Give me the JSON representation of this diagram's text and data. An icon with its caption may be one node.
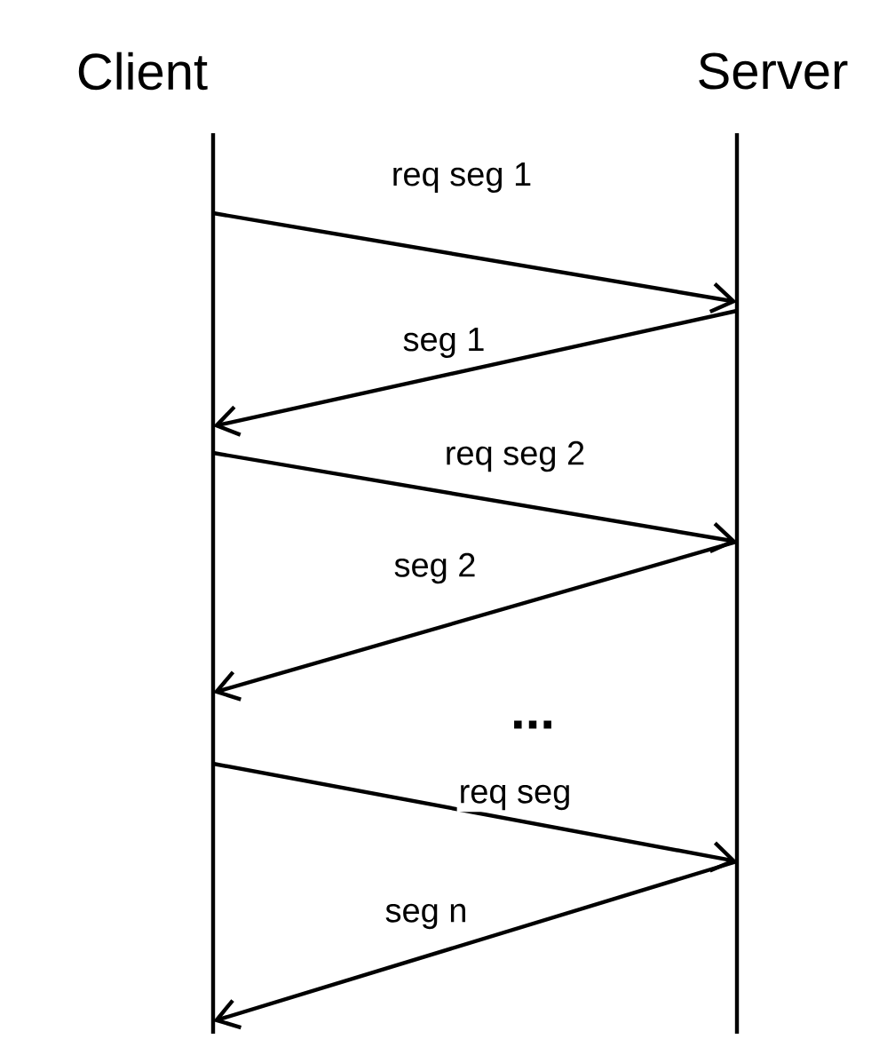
{
  "diagram": {
    "nodes": [
      {
        "text": [
          "Client"
        ]
      },
      {
        "text": [
          "Server"
        ]
      }
    ],
    "edges": [
      {
        "from": 0,
        "to": 1,
        "arrow": "to",
        "label": "req seg 1"
      },
      {
        "from": 1,
        "to": 0,
        "arrow": "to",
        "label": "seg 1"
      },
      {
        "from": 0,
        "to": 1,
        "arrow": "to",
        "label": "req seg 2"
      },
      {
        "from": 1,
        "to": 0,
        "arrow": "to",
        "label": "seg 2"
      },
      {
        "from": 0,
        "to": 1,
        "arrow": "to",
        "label": "req seg"
      },
      {
        "from": 1,
        "to": 0,
        "arrow": "to",
        "label": "seg n"
      }
    ],
    "labels": [
      "..."
    ]
  }
}
